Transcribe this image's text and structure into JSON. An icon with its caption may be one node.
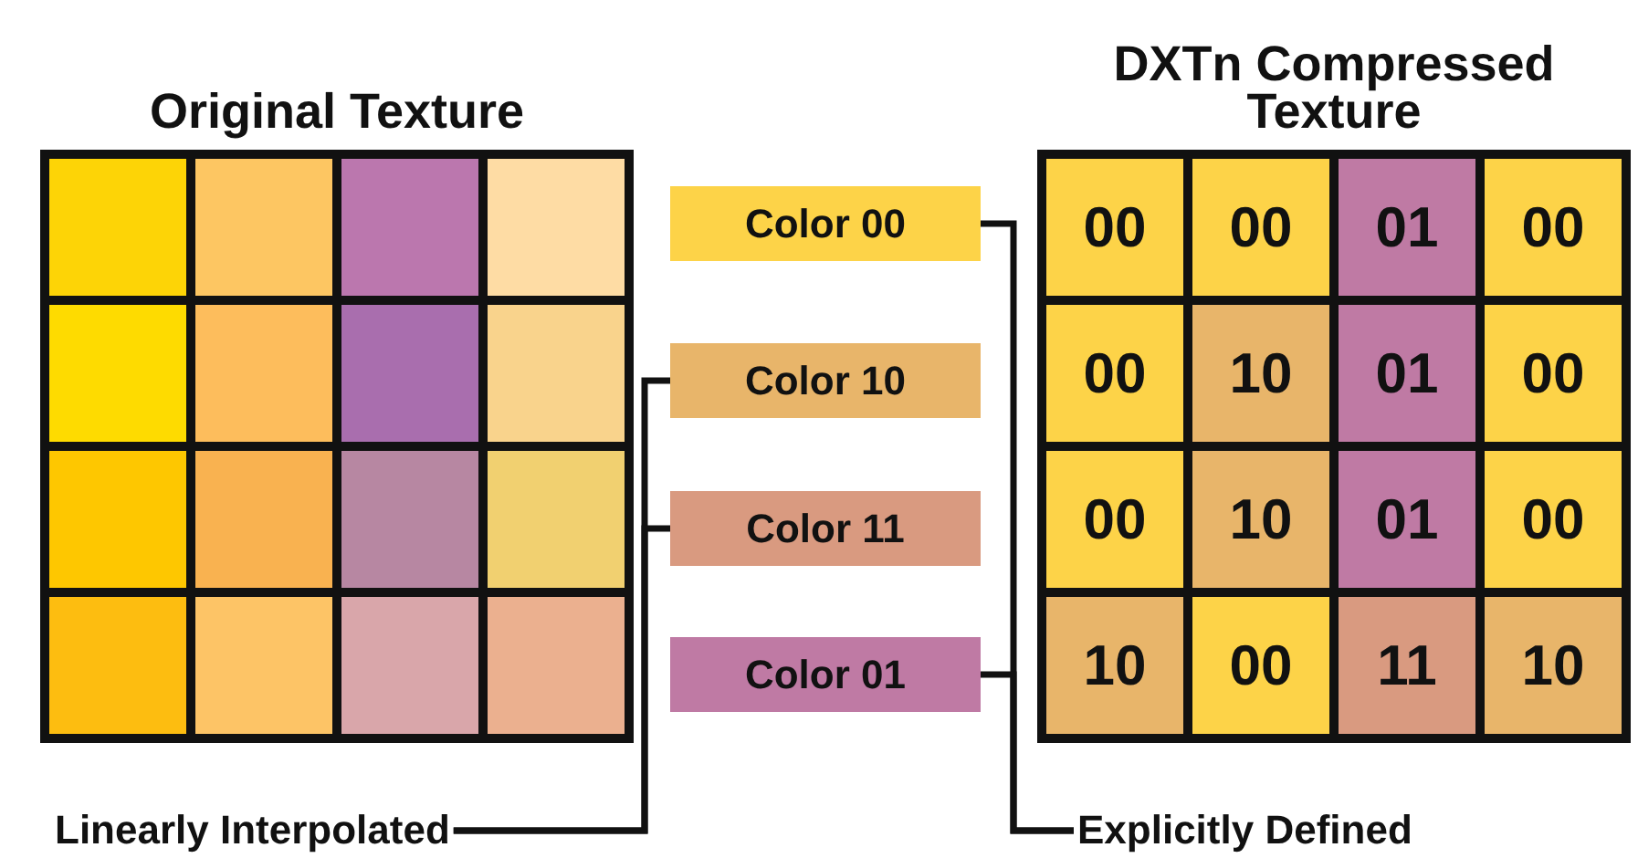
{
  "diagram": {
    "nodes": [
      {
        "text": [
          "Original Texture"
        ]
      },
      {
        "text": [],
        "shape": "box",
        "in": 0
      },
      {
        "text": [],
        "shape": "box",
        "in": 0
      },
      {
        "text": [],
        "shape": "box",
        "in": 0
      },
      {
        "text": [],
        "shape": "box",
        "in": 0
      },
      {
        "text": [],
        "shape": "box",
        "in": 0
      },
      {
        "text": [],
        "shape": "box",
        "in": 0
      },
      {
        "text": [],
        "shape": "box",
        "in": 0
      },
      {
        "text": [],
        "shape": "box",
        "in": 0
      },
      {
        "text": [],
        "shape": "box",
        "in": 0
      },
      {
        "text": [],
        "shape": "box",
        "in": 0
      },
      {
        "text": [],
        "shape": "box",
        "in": 0
      },
      {
        "text": [],
        "shape": "box",
        "in": 0
      },
      {
        "text": [],
        "shape": "box",
        "in": 0
      },
      {
        "text": [],
        "shape": "box",
        "in": 0
      },
      {
        "text": [],
        "shape": "box",
        "in": 0
      },
      {
        "text": [],
        "shape": "box",
        "in": 0
      },
      {
        "text": [
          "Color 00"
        ]
      },
      {
        "text": [
          "Color 10"
        ]
      },
      {
        "text": [
          "Color 11"
        ]
      },
      {
        "text": [
          "Color 01"
        ]
      },
      {
        "text": [
          "DXTn Compressed Texture"
        ]
      },
      {
        "text": [
          "00"
        ],
        "in": 21
      },
      {
        "text": [
          "00"
        ],
        "in": 21
      },
      {
        "text": [
          "01"
        ],
        "in": 21
      },
      {
        "text": [
          "00"
        ],
        "in": 21
      },
      {
        "text": [
          "00"
        ],
        "in": 21
      },
      {
        "text": [
          "10"
        ],
        "in": 21
      },
      {
        "text": [
          "01"
        ],
        "in": 21
      },
      {
        "text": [
          "00"
        ],
        "in": 21
      },
      {
        "text": [
          "00"
        ],
        "in": 21
      },
      {
        "text": [
          "10"
        ],
        "in": 21
      },
      {
        "text": [
          "01"
        ],
        "in": 21
      },
      {
        "text": [
          "00"
        ],
        "in": 21
      },
      {
        "text": [
          "10"
        ],
        "in": 21
      },
      {
        "text": [
          "00"
        ],
        "in": 21
      },
      {
        "text": [
          "11"
        ],
        "in": 21
      },
      {
        "text": [
          "10"
        ],
        "in": 21
      },
      {
        "text": [
          "Linearly Interpolated"
        ]
      },
      {
        "text": [
          "Explicitly Defined"
        ]
      }
    ],
    "edges": [
      {
        "from": 18,
        "to": 38,
        "arrow": "none"
      },
      {
        "from": 19,
        "to": 38,
        "arrow": "none"
      },
      {
        "from": 17,
        "to": 39,
        "arrow": "none"
      },
      {
        "from": 20,
        "to": 39,
        "arrow": "none"
      }
    ]
  }
}
